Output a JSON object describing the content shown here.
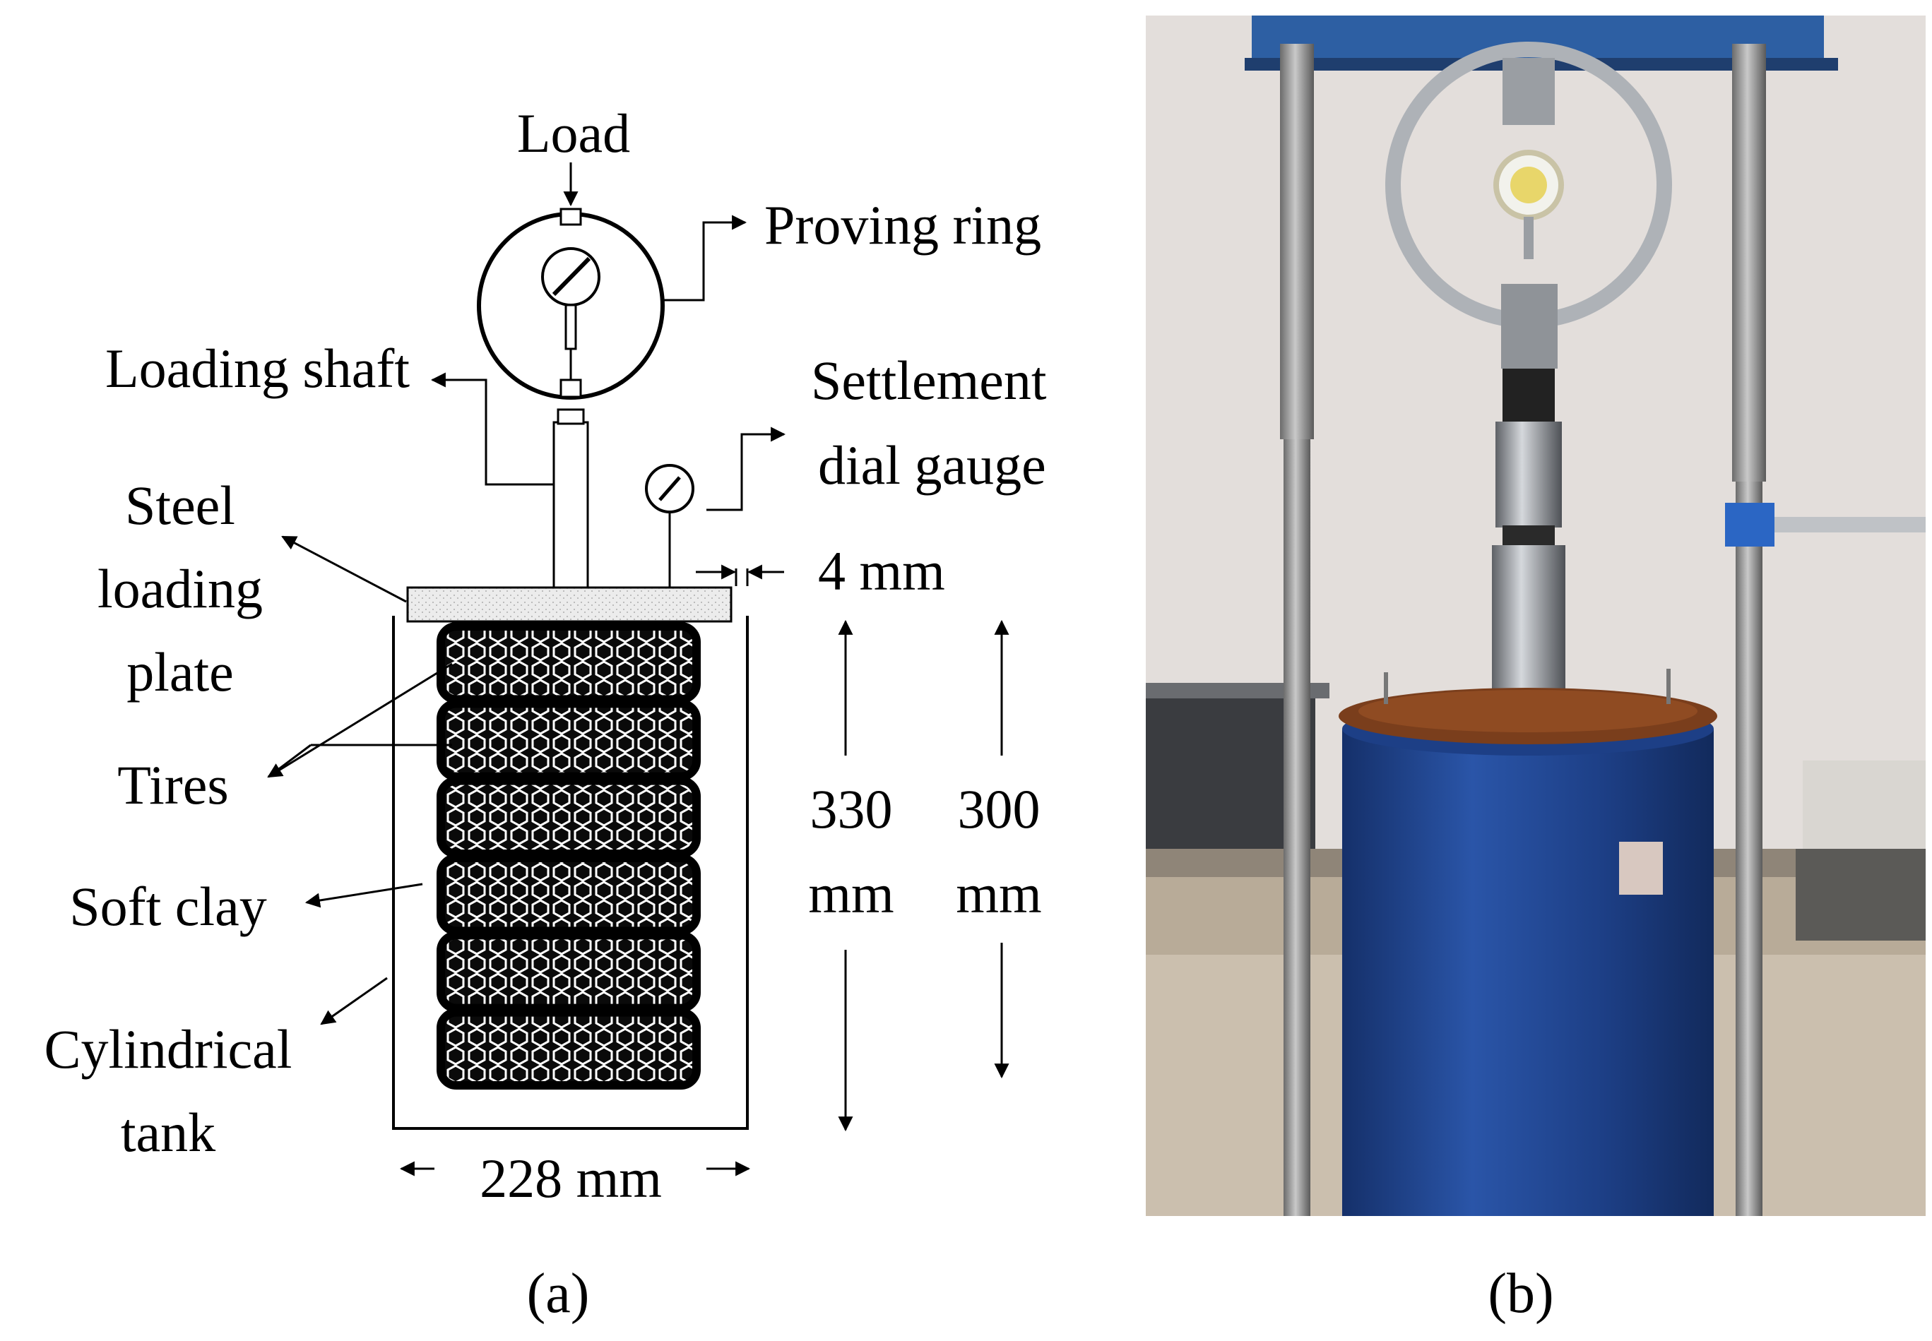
{
  "panel_a": {
    "caption": "(a)",
    "labels": {
      "load": "Load",
      "proving_ring": "Proving ring",
      "loading_shaft": "Loading shaft",
      "settlement_line1": "Settlement",
      "settlement_line2": "dial gauge",
      "steel_line1": "Steel",
      "steel_line2": "loading",
      "steel_line3": "plate",
      "tires": "Tires",
      "soft_clay": "Soft clay",
      "tank_line1": "Cylindrical",
      "tank_line2": "tank"
    },
    "dimensions": {
      "gap": "4 mm",
      "dim330_value": "330",
      "dim330_unit": "mm",
      "dim300_value": "300",
      "dim300_unit": "mm",
      "width": "228 mm"
    },
    "tire_count": 6
  },
  "panel_b": {
    "caption": "(b)"
  },
  "colors": {
    "line": "#000000",
    "tire_fill": "#0a0a0a",
    "tire_hex": "#ffffff",
    "plate_fill": "#ececec",
    "drum_blue": "#1d3f86",
    "lid_brown": "#7a3e1c",
    "steel": "#b9bcc0",
    "wall": "#e3dedb"
  }
}
